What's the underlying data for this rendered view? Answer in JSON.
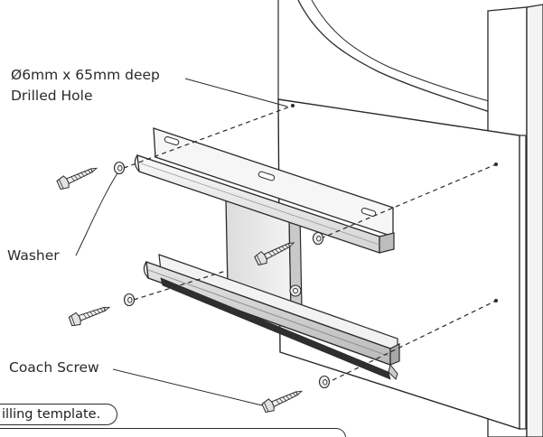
{
  "labels": {
    "drilled_hole_line1": "Ø6mm x 65mm deep",
    "drilled_hole_line2": "Drilled Hole",
    "washer": "Washer",
    "coach_screw": "Coach Screw"
  },
  "captions": {
    "drilling_template": "illing template.",
    "next_line": ""
  },
  "colors": {
    "outline": "#2a2a2a",
    "metal_light": "#eeeeee",
    "metal_mid": "#d9d9d9",
    "metal_dark": "#9a9a9a",
    "wall": "#ffffff"
  }
}
